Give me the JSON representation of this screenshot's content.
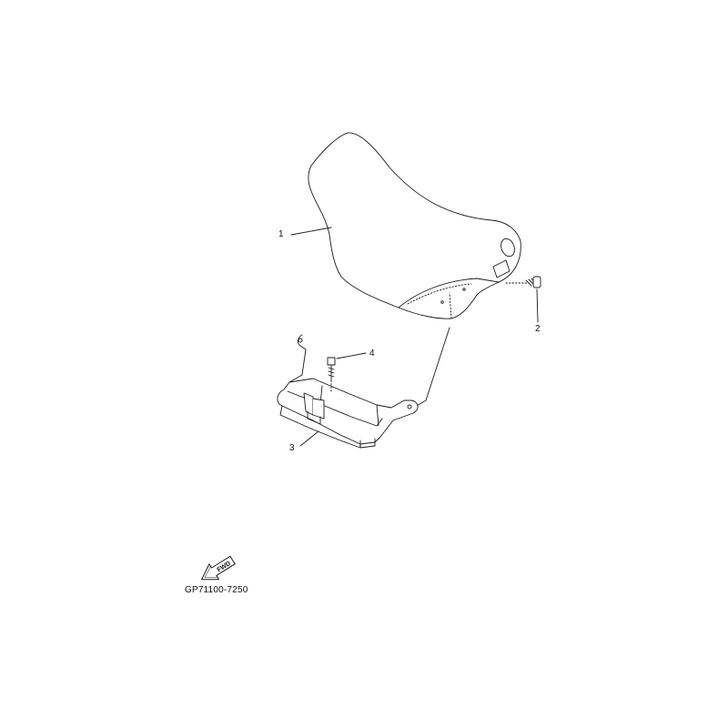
{
  "diagram": {
    "callouts": [
      {
        "id": "1",
        "label": "1"
      },
      {
        "id": "2",
        "label": "2"
      },
      {
        "id": "3",
        "label": "3"
      },
      {
        "id": "4",
        "label": "4"
      }
    ],
    "fwd_label": "FWD",
    "ref_code": "GP71100-7250",
    "colors": {
      "line": "#1a1a1a",
      "fill": "#ffffff"
    }
  }
}
